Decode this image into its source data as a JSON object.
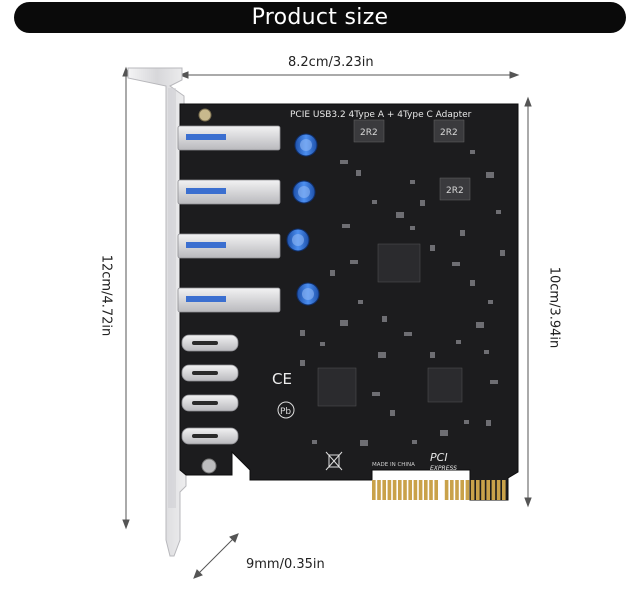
{
  "banner": {
    "title": "Product size"
  },
  "dimensions": {
    "width": "8.2cm/3.23in",
    "total_height": "12cm/4.72in",
    "board_height": "10cm/3.94in",
    "thickness": "9mm/0.35in"
  },
  "board": {
    "silkscreen_title": "PCIE USB3.2 4Type A + 4Type C Adapter",
    "inductor_marking": "2R2",
    "origin_marking": "MADE IN CHINA",
    "ce_mark": "CE",
    "pb_mark": "Pb",
    "pci_logo_top": "PCI",
    "pci_logo_bottom": "EXPRESS"
  },
  "colors": {
    "banner": "#0a0a0a",
    "pcb": "#1c1c1e",
    "bracket": "#e2e2e4",
    "gold_contacts": "#c9a24a",
    "capacitor": "#2f6fd6"
  }
}
